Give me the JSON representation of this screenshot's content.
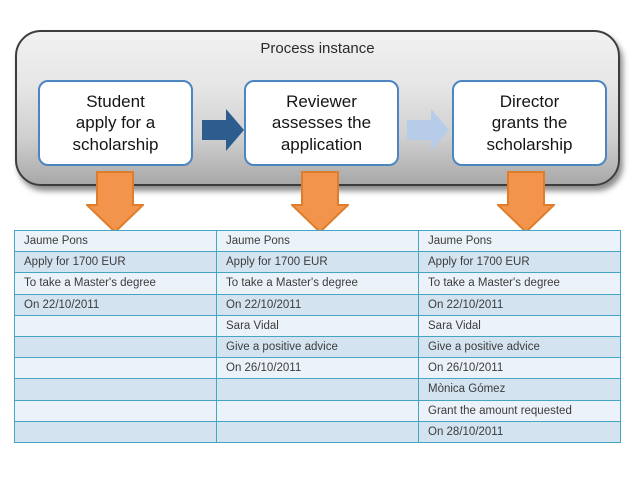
{
  "diagram": {
    "title": "Process instance",
    "steps": [
      {
        "label": "Student\napply for a\nscholarship"
      },
      {
        "label": "Reviewer\nassesses the\napplication"
      },
      {
        "label": "Director\ngrants the\nscholarship"
      }
    ],
    "connectors": [
      {
        "name": "student-to-reviewer",
        "direction": "right",
        "color": "#2d5c8e"
      },
      {
        "name": "reviewer-to-director",
        "direction": "right",
        "color": "#b6cce9"
      }
    ],
    "down_arrow": {
      "fill": "#f2944b",
      "stroke": "#de7e2d"
    }
  },
  "table": {
    "rows": [
      [
        "Jaume Pons",
        "Jaume Pons",
        "Jaume Pons"
      ],
      [
        "Apply for 1700 EUR",
        "Apply for 1700 EUR",
        "Apply for 1700 EUR"
      ],
      [
        "To take a Master's degree",
        "To take a Master's degree",
        "To take a Master's degree"
      ],
      [
        "On 22/10/2011",
        "On 22/10/2011",
        "On 22/10/2011"
      ],
      [
        "",
        "Sara Vidal",
        "Sara Vidal"
      ],
      [
        "",
        "Give a positive advice",
        "Give a positive advice"
      ],
      [
        "",
        "On 26/10/2011",
        "On 26/10/2011"
      ],
      [
        "",
        "",
        "Mònica Gómez"
      ],
      [
        "",
        "",
        "Grant the amount requested"
      ],
      [
        "",
        "",
        "On 28/10/2011"
      ]
    ],
    "colors": {
      "row_light": "#ecf2f9",
      "row_dark": "#d3e3f0",
      "border": "#45a5c5",
      "text": "#3c3c3c"
    }
  }
}
